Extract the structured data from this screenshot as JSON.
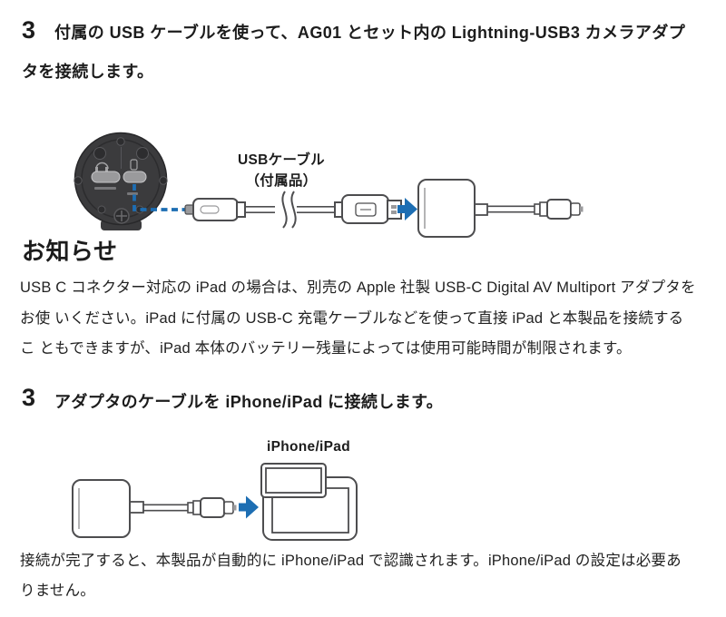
{
  "step1": {
    "number": "3",
    "line1": "付属の USB ケーブルを使って、AG01 とセット内の Lightning-USB3 カメラアダプ",
    "line2": "タを接続します。"
  },
  "illustration1": {
    "cable_label_line1": "USBケーブル",
    "cable_label_line2": "（付属品）"
  },
  "notice": {
    "heading": "お知らせ",
    "lines": [
      "USB C コネクター対応の iPad の場合は、別売の Apple 社製 USB-C Digital AV Multiport アダプタを",
      "お使 いください。iPad に付属の USB-C 充電ケーブルなどを使って直接 iPad と本製品を接続する",
      "こ ともできますが、iPad 本体のバッテリー残量によっては使用可能時間が制限されます。"
    ]
  },
  "step2": {
    "number": "3",
    "text": "アダプタのケーブルを iPhone/iPad に接続します。"
  },
  "illustration2": {
    "device_label": "iPhone/iPad"
  },
  "footer": {
    "lines": [
      "接続が完了すると、本製品が自動的に iPhone/iPad で認識されます。iPhone/iPad の設定は必要あ",
      "りません。"
    ]
  },
  "colors": {
    "accent_blue": "#1d6eb3",
    "line_gray": "#4d4d4f",
    "device_dark": "#3b3b3d",
    "text_black": "#1c1c1c"
  }
}
